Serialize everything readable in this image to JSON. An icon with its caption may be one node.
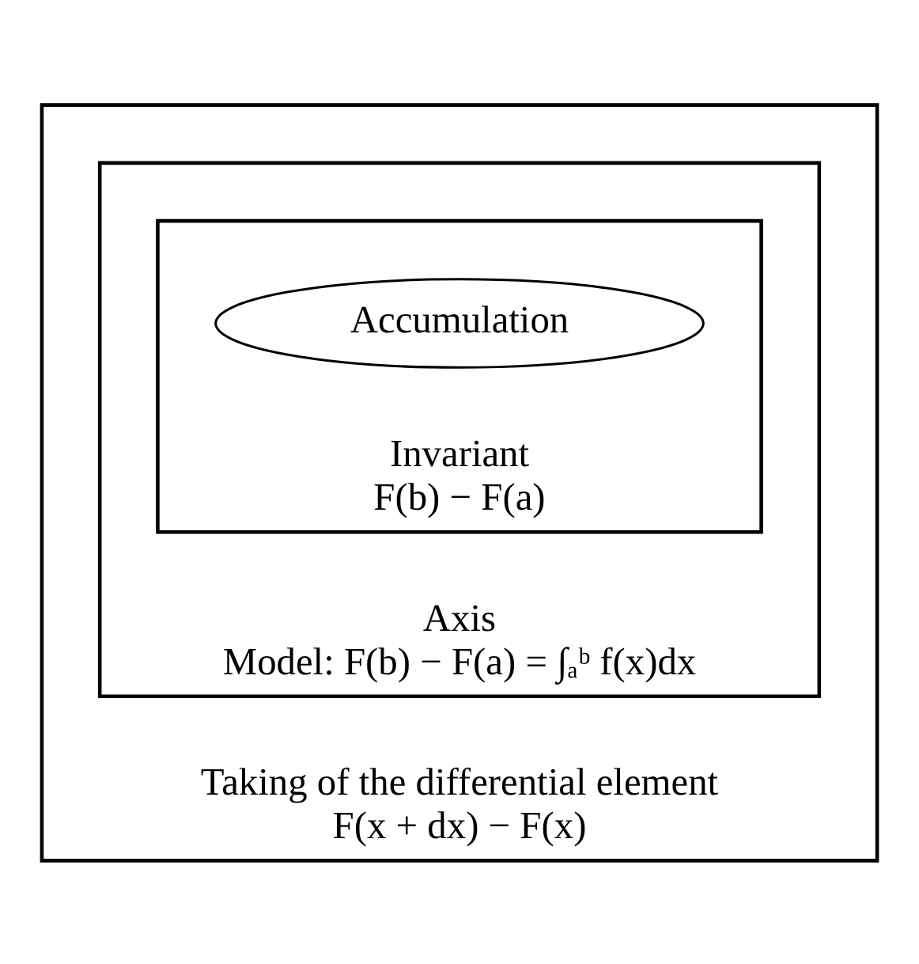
{
  "diagram": {
    "nodes": [
      {
        "text": [
          "Taking of the differential element",
          "F(x + dx) − F(x)"
        ]
      },
      {
        "text": [
          "Axis",
          "Model: F(b) − F(a) = ∫ₐᵇ f(x)dx"
        ],
        "in": 0
      },
      {
        "text": [
          "Invariant",
          "F(b) − F(a)"
        ],
        "in": 1
      },
      {
        "text": [
          "Accumulation"
        ],
        "in": 2
      }
    ]
  }
}
